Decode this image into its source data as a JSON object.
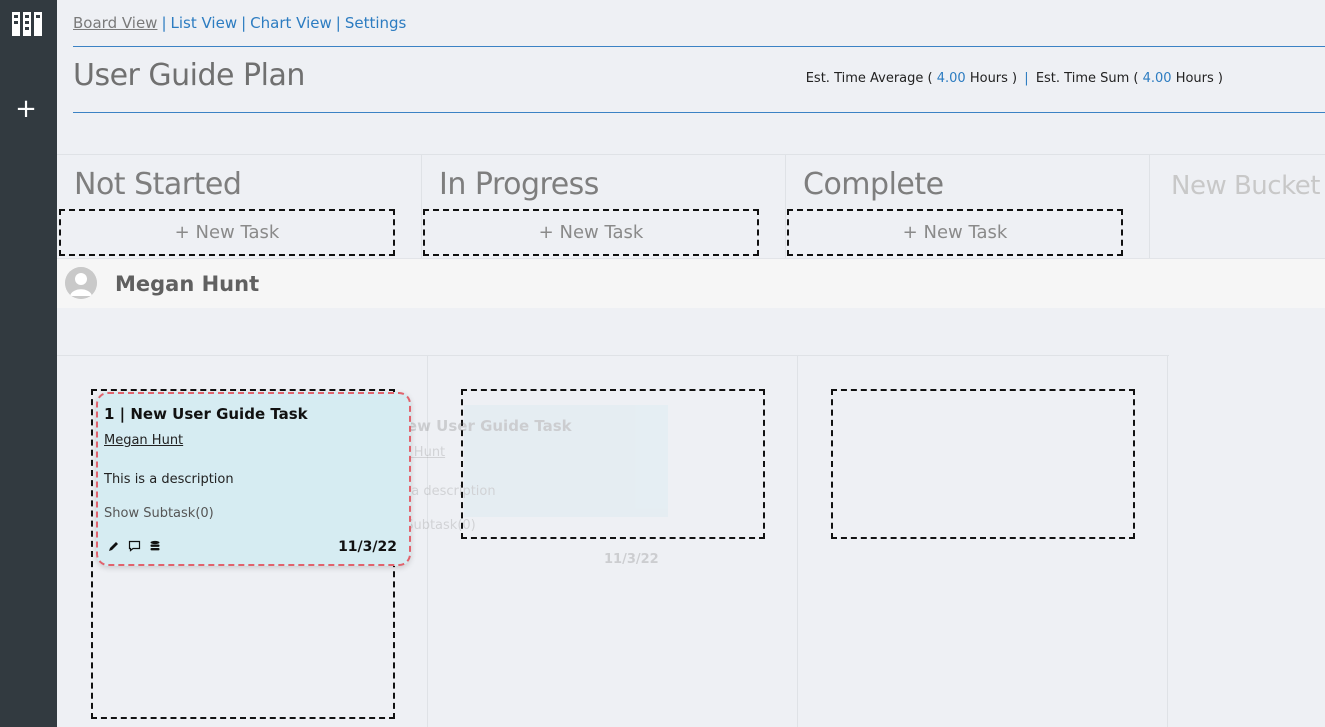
{
  "nav": {
    "board_view": "Board View",
    "list_view": "List View",
    "chart_view": "Chart View",
    "settings": "Settings",
    "separator": "|"
  },
  "plan": {
    "title": "User Guide Plan",
    "stats": {
      "avg_label": "Est. Time Average (",
      "avg_value": "4.00",
      "avg_unit": "Hours )",
      "sum_label": "Est. Time Sum (",
      "sum_value": "4.00",
      "sum_unit": "Hours )",
      "separator": "|"
    }
  },
  "rail": {
    "add_symbol": "+"
  },
  "buckets": [
    {
      "title": "Not Started",
      "new_task": "+ New Task"
    },
    {
      "title": "In Progress",
      "new_task": "+ New Task"
    },
    {
      "title": "Complete",
      "new_task": "+ New Task"
    }
  ],
  "new_bucket_placeholder": "New Bucket",
  "swimlane": {
    "name": "Megan Hunt"
  },
  "task": {
    "title": "1 | New User Guide Task",
    "assignee": "Megan Hunt",
    "description": "This is a description",
    "subtasks": "Show Subtask(0)",
    "date": "11/3/22"
  },
  "icons": {
    "rail_logo": "board-logo-icon",
    "rail_add": "plus-icon",
    "avatar": "user-avatar-icon",
    "edit": "pencil-icon",
    "comment": "comment-icon",
    "stack": "database-icon"
  },
  "colors": {
    "accent": "#2c7cc1",
    "rail": "#323a40",
    "card_bg": "#d6ecf2",
    "card_border": "#e1636d"
  }
}
